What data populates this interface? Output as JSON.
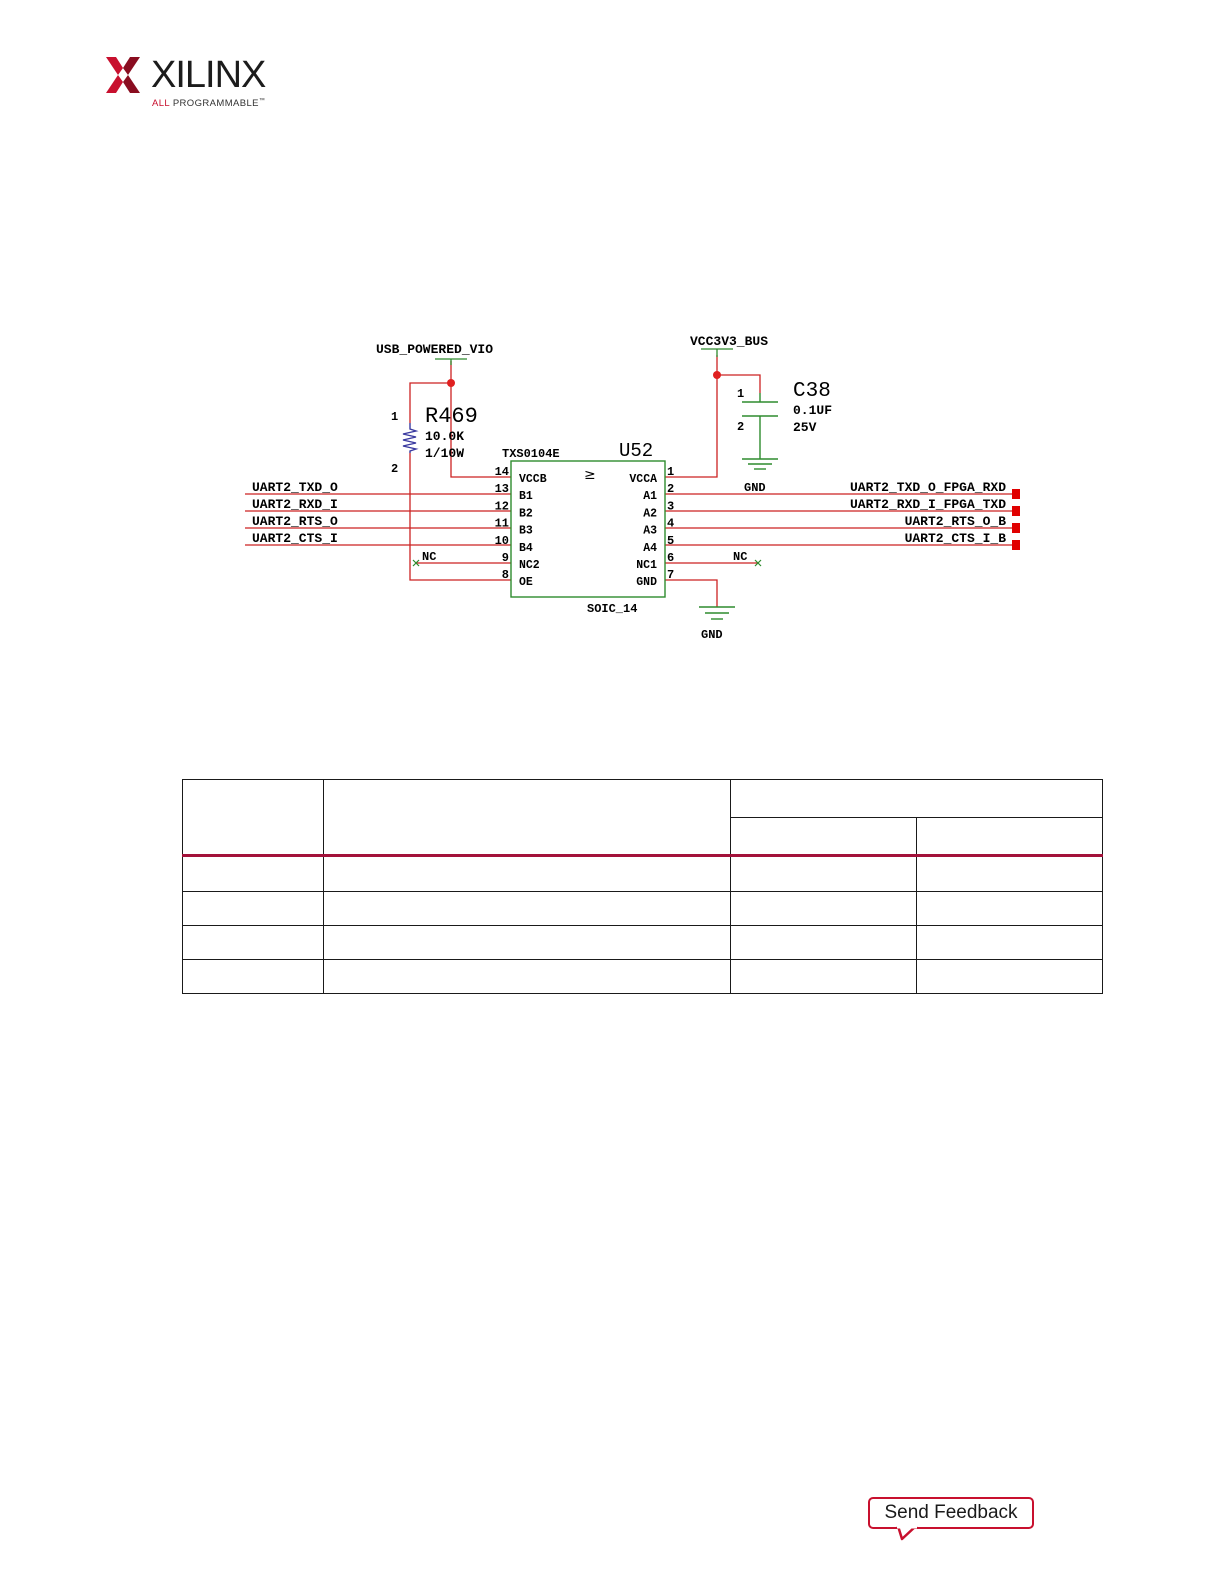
{
  "logo": {
    "name": "XILINX",
    "tagline_highlight": "ALL",
    "tagline_rest": "PROGRAMMABLE",
    "tagline_mark": "™",
    "colors": {
      "red": "#c8102e",
      "dark_red": "#8a0d20"
    }
  },
  "schematic": {
    "power_vio": "USB_POWERED_VIO",
    "power_bus": "VCC3V3_BUS",
    "resistor": {
      "ref": "R469",
      "value": "10.0K",
      "power": "1/10W",
      "pin1": "1",
      "pin2": "2"
    },
    "capacitor": {
      "ref": "C38",
      "value": "0.1UF",
      "voltage": "25V",
      "pin1": "1",
      "pin2": "2"
    },
    "ic": {
      "part": "TXS0104E",
      "ref": "U52",
      "package": "SOIC_14",
      "mark": "≥",
      "left_pins": [
        {
          "num": "14",
          "name": "VCCB"
        },
        {
          "num": "13",
          "name": "B1"
        },
        {
          "num": "12",
          "name": "B2"
        },
        {
          "num": "11",
          "name": "B3"
        },
        {
          "num": "10",
          "name": "B4"
        },
        {
          "num": "9",
          "name": "NC2"
        },
        {
          "num": "8",
          "name": "OE"
        }
      ],
      "right_pins": [
        {
          "num": "1",
          "name": "VCCA"
        },
        {
          "num": "2",
          "name": "A1"
        },
        {
          "num": "3",
          "name": "A2"
        },
        {
          "num": "4",
          "name": "A3"
        },
        {
          "num": "5",
          "name": "A4"
        },
        {
          "num": "6",
          "name": "NC1"
        },
        {
          "num": "7",
          "name": "GND"
        }
      ]
    },
    "left_nets": [
      "UART2_TXD_O",
      "UART2_RXD_I",
      "UART2_RTS_O",
      "UART2_CTS_I"
    ],
    "right_nets": [
      "UART2_TXD_O_FPGA_RXD",
      "UART2_RXD_I_FPGA_TXD",
      "UART2_RTS_O_B",
      "UART2_CTS_I_B"
    ],
    "nc_label": "NC",
    "gnd_label": "GND",
    "colors": {
      "wire": "#cc2222",
      "component": "#2e8b2e",
      "resistor": "#3a3aa0",
      "junction": "#e02020",
      "port": "#e00000",
      "nc_mark": "#2e8b2e"
    }
  },
  "table": {
    "border_color": "#1a1a1a",
    "header_rule_color": "#a3123a"
  },
  "feedback": {
    "label": "Send Feedback",
    "color": "#c8102e"
  }
}
